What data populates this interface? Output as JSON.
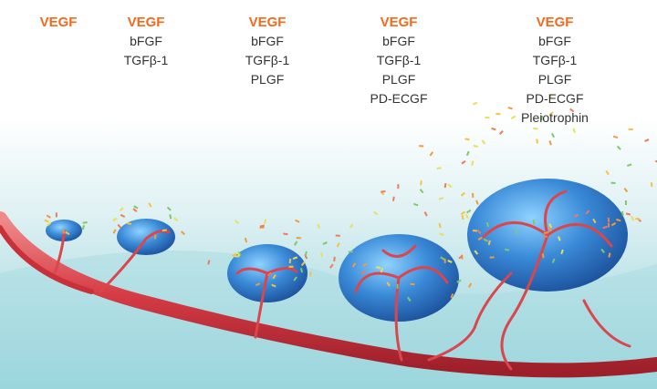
{
  "stages": [
    {
      "factors": [
        "VEGF"
      ]
    },
    {
      "factors": [
        "VEGF",
        "bFGF",
        "TGFβ-1"
      ]
    },
    {
      "factors": [
        "VEGF",
        "bFGF",
        "TGFβ-1",
        "PLGF"
      ]
    },
    {
      "factors": [
        "VEGF",
        "bFGF",
        "TGFβ-1",
        "PLGF",
        "PD-ECGF"
      ]
    },
    {
      "factors": [
        "VEGF",
        "bFGF",
        "TGFβ-1",
        "PLGF",
        "PD-ECGF",
        "Pleiotrophin"
      ]
    }
  ],
  "colors": {
    "vegf": "#f26a1b",
    "text": "#333333",
    "vessel": "#d9474d",
    "tumor": "#2f7fd0",
    "tissue": "#9fd6dc"
  }
}
